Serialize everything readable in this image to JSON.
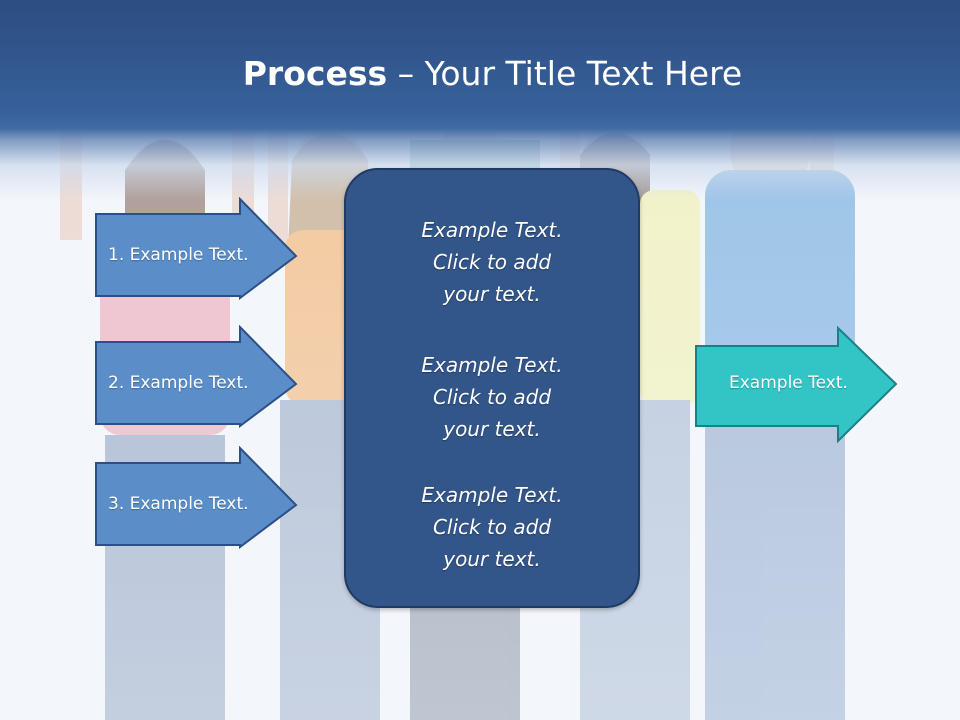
{
  "slide": {
    "title_bold": "Process",
    "title_rest": " – Your Title Text Here"
  },
  "left_arrows": [
    {
      "label": "1. Example Text."
    },
    {
      "label": "2. Example Text."
    },
    {
      "label": "3. Example Text."
    }
  ],
  "center_box": {
    "blocks": [
      {
        "line1": "Example Text.",
        "line2": "Click  to add",
        "line3": "your text."
      },
      {
        "line1": "Example Text.",
        "line2": "Click  to add",
        "line3": "your text."
      },
      {
        "line1": "Example Text.",
        "line2": "Click  to add",
        "line3": "your text."
      }
    ]
  },
  "right_arrow": {
    "label": "Example Text."
  },
  "colors": {
    "title_band": "#37609a",
    "left_arrow_fill": "#5b8ec8",
    "left_arrow_stroke": "#2b4f86",
    "center_box_fill": "#33568a",
    "right_arrow_fill": "#33c4c6",
    "right_arrow_stroke": "#1b7f86"
  }
}
